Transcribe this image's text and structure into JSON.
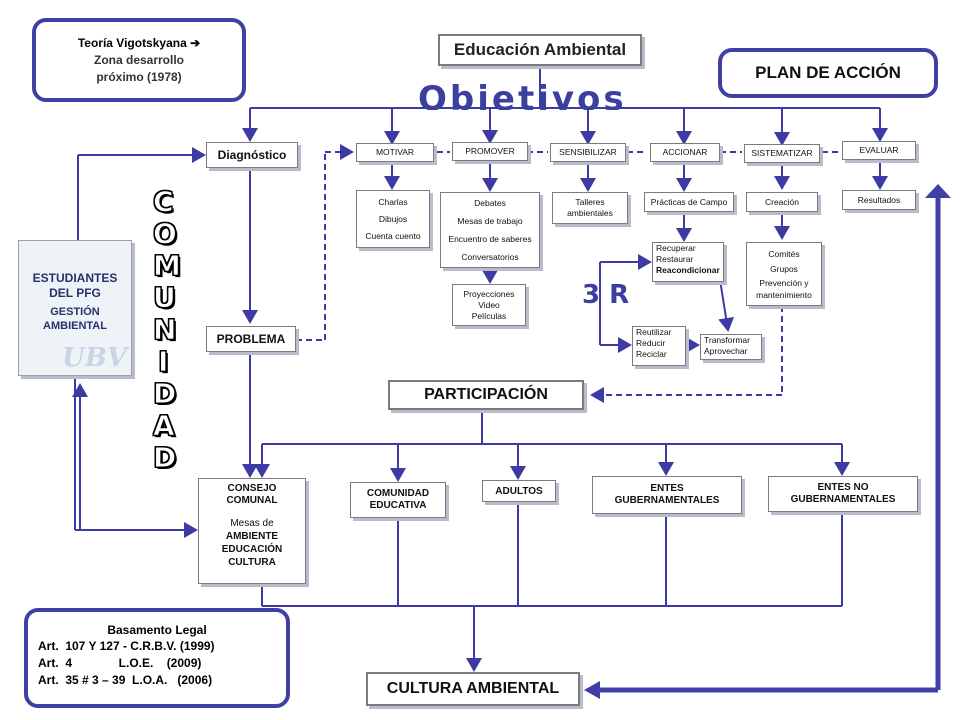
{
  "teoria": {
    "line1": "Teoría Vigotskyana  ➔",
    "line2": "Zona desarrollo",
    "line3": "próximo (1978)"
  },
  "title": "Educación Ambiental",
  "plan": "PLAN DE ACCIÓN",
  "objetivos": "Objetivos",
  "diagnostico": "Diagnóstico",
  "problema": "PROBLEMA",
  "comunidad_letters": [
    "C",
    "O",
    "M",
    "U",
    "N",
    "I",
    "D",
    "A",
    "D"
  ],
  "estudiantes": {
    "l1": "ESTUDIANTES",
    "l2": "DEL PFG",
    "l3": "GESTIÓN",
    "l4": "AMBIENTAL",
    "logo": "UBV"
  },
  "objectives": {
    "motivar": "MOTIVAR",
    "promover": "PROMOVER",
    "sensibilizar": "SENSIBILIZAR",
    "accionar": "ACCIONAR",
    "sistematizar": "SISTEMATIZAR",
    "evaluar": "EVALUAR"
  },
  "motivar_items": [
    "Charlas",
    "Dibujos",
    "Cuenta cuento"
  ],
  "promover_items": [
    "Debates",
    "Mesas de trabajo",
    "Encuentro de saberes",
    "Conversatorios"
  ],
  "promover_sub": [
    "Proyecciones",
    "Video",
    "Películas"
  ],
  "sensibilizar_items": [
    "Talleres",
    "ambientales"
  ],
  "accionar_item": "Prácticas de Campo",
  "recuperar": [
    "Recuperar",
    "Restaurar",
    "Reacondicionar"
  ],
  "reutilizar": [
    "Reutilizar",
    "Reducir",
    "Reciclar"
  ],
  "transformar": [
    "Transformar",
    "Aprovechar"
  ],
  "tres_r": "3 R",
  "creacion": "Creación",
  "comites": [
    "Comités",
    "Grupos",
    "Prevención y",
    "mantenimiento"
  ],
  "resultados": "Resultados",
  "participacion": "PARTICIPACIÓN",
  "consejo": {
    "l1": "CONSEJO",
    "l2": "COMUNAL",
    "l3": "Mesas de",
    "l4": "AMBIENTE",
    "l5": "EDUCACIÓN",
    "l6": "CULTURA"
  },
  "comunidad_educativa": [
    "COMUNIDAD",
    "EDUCATIVA"
  ],
  "adultos": "ADULTOS",
  "entes_gub": [
    "ENTES",
    "GUBERNAMENTALES"
  ],
  "entes_no_gub": [
    "ENTES NO",
    "GUBERNAMENTALES"
  ],
  "basamento": {
    "title": "Basamento Legal",
    "l1": "Art.  107 Y 127 - C.R.B.V. (1999)",
    "l2": "Art.  4              L.O.E.    (2009)",
    "l3": "Art.  35 # 3 – 39  L.O.A.   (2006)"
  },
  "cultura": "CULTURA AMBIENTAL",
  "colors": {
    "line": "#3b3ba3",
    "border": "#3f3fa6",
    "text": "#111111"
  }
}
